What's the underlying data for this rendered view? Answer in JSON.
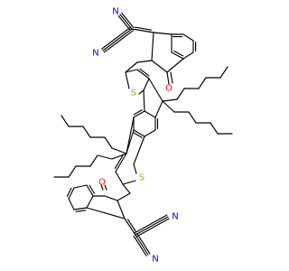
{
  "molecule": {
    "atoms": [
      {
        "id": "n1",
        "symbol": "N",
        "color": "#0000ff"
      },
      {
        "id": "n2",
        "symbol": "N",
        "color": "#0000ff"
      },
      {
        "id": "n3",
        "symbol": "N",
        "color": "#0000ff"
      },
      {
        "id": "n4",
        "symbol": "N",
        "color": "#0000ff"
      },
      {
        "id": "o1",
        "symbol": "O",
        "color": "#ff0000"
      },
      {
        "id": "o2",
        "symbol": "O",
        "color": "#ff0000"
      },
      {
        "id": "s1",
        "symbol": "S",
        "color": "#b8a000"
      },
      {
        "id": "s2",
        "symbol": "S",
        "color": "#b8a000"
      }
    ],
    "bond_color": "#000000",
    "background": "#ffffff"
  }
}
